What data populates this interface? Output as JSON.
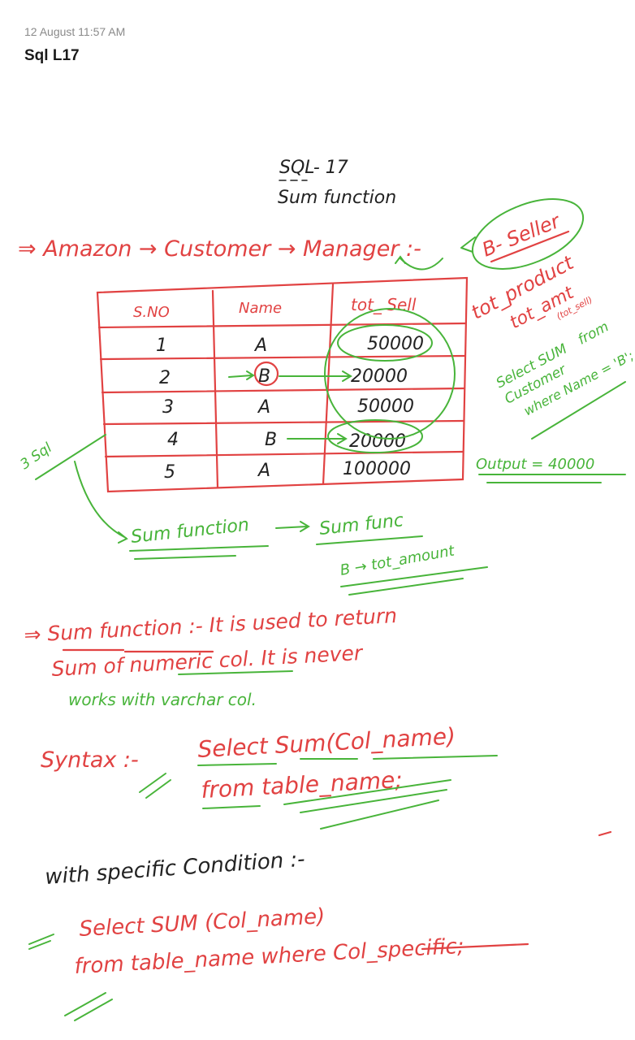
{
  "header": {
    "date": "12 August 11:57 AM",
    "title": "Sql L17"
  },
  "note": {
    "heading": "SQL- 17",
    "subheading": "Sum function",
    "flow": "⇒ Amazon → Customer → Manager :-",
    "b_seller": "B- Seller",
    "table": {
      "headers": [
        "S.NO",
        "Name",
        "tot_ Sell"
      ],
      "rows": [
        [
          "1",
          "A",
          "50000"
        ],
        [
          "2",
          "B",
          "20000"
        ],
        [
          "3",
          "A",
          "50000"
        ],
        [
          "4",
          "B",
          "20000"
        ],
        [
          "5",
          "A",
          "100000"
        ]
      ]
    },
    "side_notes": {
      "tot_product": "tot_product",
      "tot_amt": "tot_amt",
      "tot_sell": "(tot_sell)",
      "query_line1": "Select SUM",
      "query_line2": "from",
      "query_line3": "Customer",
      "query_line4": "where Name = 'B';",
      "output": "Output = 40000"
    },
    "sql_label": "3 Sql",
    "sum_flow_left": "Sum function",
    "sum_flow_right": "Sum func",
    "sum_flow_bottom": "B → tot_amount",
    "definition_line1": "⇒ Sum function :- It is used to return",
    "definition_line2": "Sum of numeric col. It is never",
    "definition_line3": "works with varchar col.",
    "syntax_label": "Syntax :-",
    "syntax_line1": "Select Sum(Col_name)",
    "syntax_line2": "from table_name;",
    "specific_label": "with specific Condition :-",
    "specific_line1": "Select SUM (Col_name)",
    "specific_line2": "from table_name where Col_specific;"
  },
  "colors": {
    "red_ink": "#e14242",
    "green_ink": "#48b43a",
    "black_ink": "#222222"
  }
}
